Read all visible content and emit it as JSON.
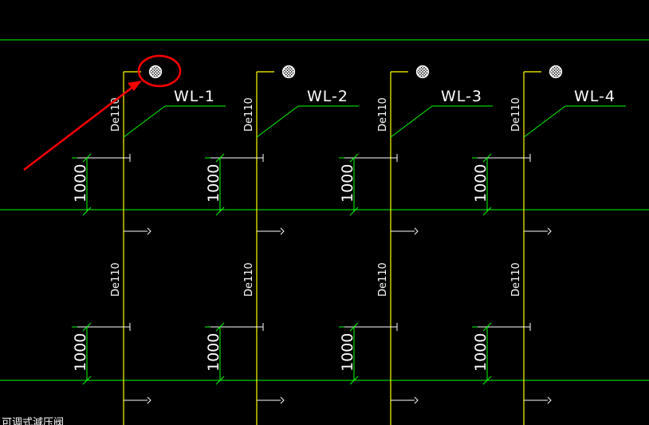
{
  "drawing": {
    "background_color": "#000000",
    "floor_line_color": "#00ff00",
    "riser_color": "#ffff00",
    "branch_color": "#ffffff",
    "leader_color": "#00ff00",
    "dimension_color": "#00ff00",
    "text_color": "#ffffff",
    "highlight_color": "#ff0000",
    "vent_cap_icon": "hatched-circle-vent-cap",
    "risers": [
      {
        "tag": "WL-1",
        "pipe_size_upper": "De110",
        "pipe_size_lower": "De110",
        "dim_upper": "1000",
        "dim_lower": "1000"
      },
      {
        "tag": "WL-2",
        "pipe_size_upper": "De110",
        "pipe_size_lower": "De110",
        "dim_upper": "1000",
        "dim_lower": "1000"
      },
      {
        "tag": "WL-3",
        "pipe_size_upper": "De110",
        "pipe_size_lower": "De110",
        "dim_upper": "1000",
        "dim_lower": "1000"
      },
      {
        "tag": "WL-4",
        "pipe_size_upper": "De110",
        "pipe_size_lower": "De110",
        "dim_upper": "1000",
        "dim_lower": "1000"
      }
    ],
    "bottom_note": "可调式減压阀"
  }
}
